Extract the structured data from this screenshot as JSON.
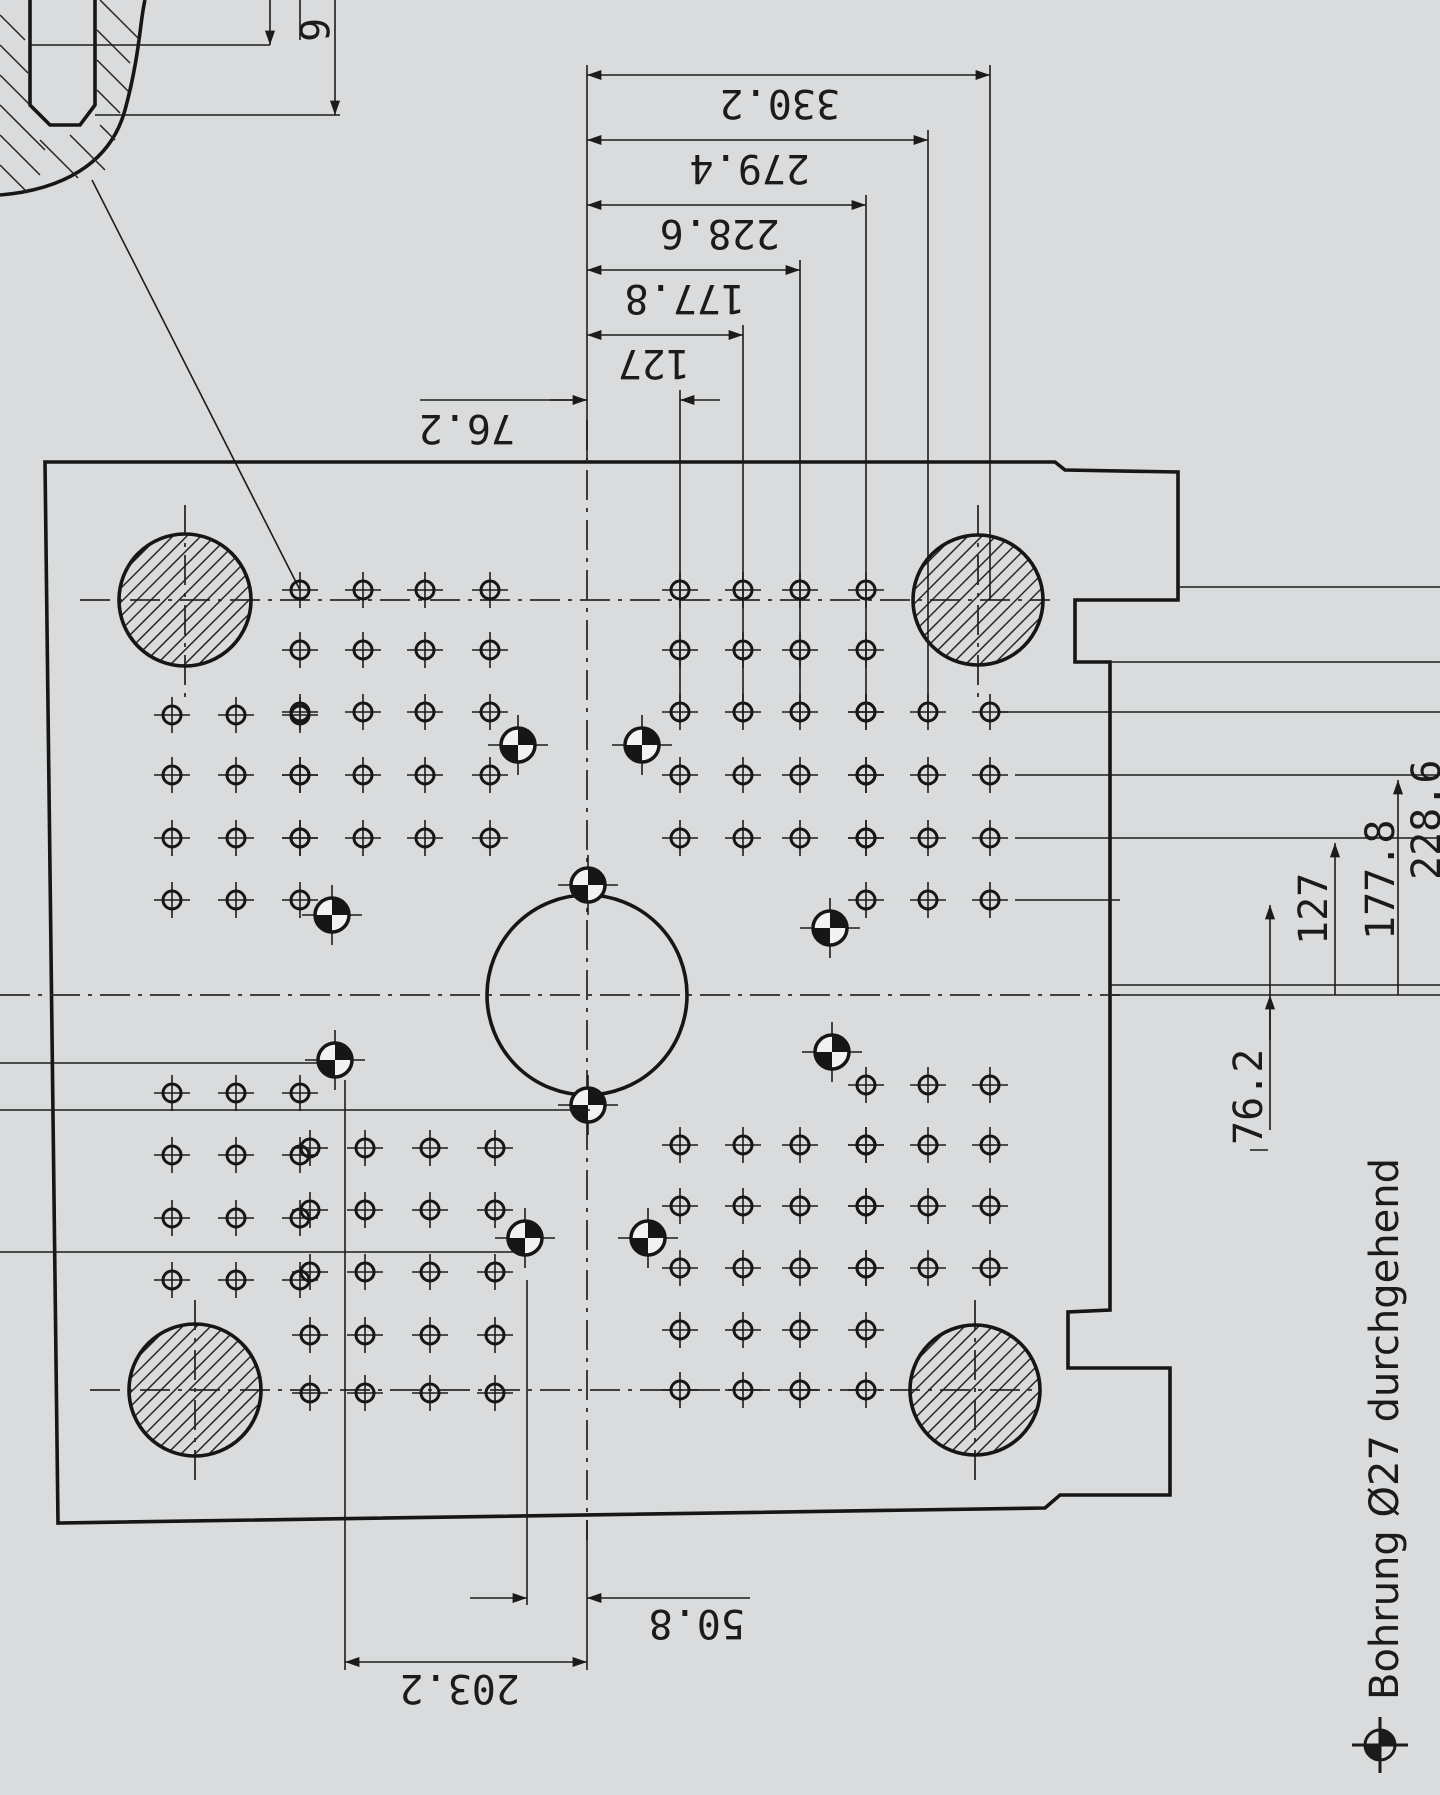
{
  "plate_dimensions": {
    "top": [
      "330.2",
      "279.4",
      "228.6",
      "177.8",
      "127",
      "76.2"
    ],
    "right": [
      "228.6",
      "177.8",
      "127",
      "76.2"
    ],
    "bottom": [
      "50.8",
      "203.2"
    ],
    "left_fragment": "6"
  },
  "legend": {
    "text": "Bohrung Ø27 durchgehend",
    "symbol": "bolt-hole-symbol-icon"
  },
  "colors": {
    "paper": "#d9dbdc",
    "ink": "#1b1b1b"
  }
}
